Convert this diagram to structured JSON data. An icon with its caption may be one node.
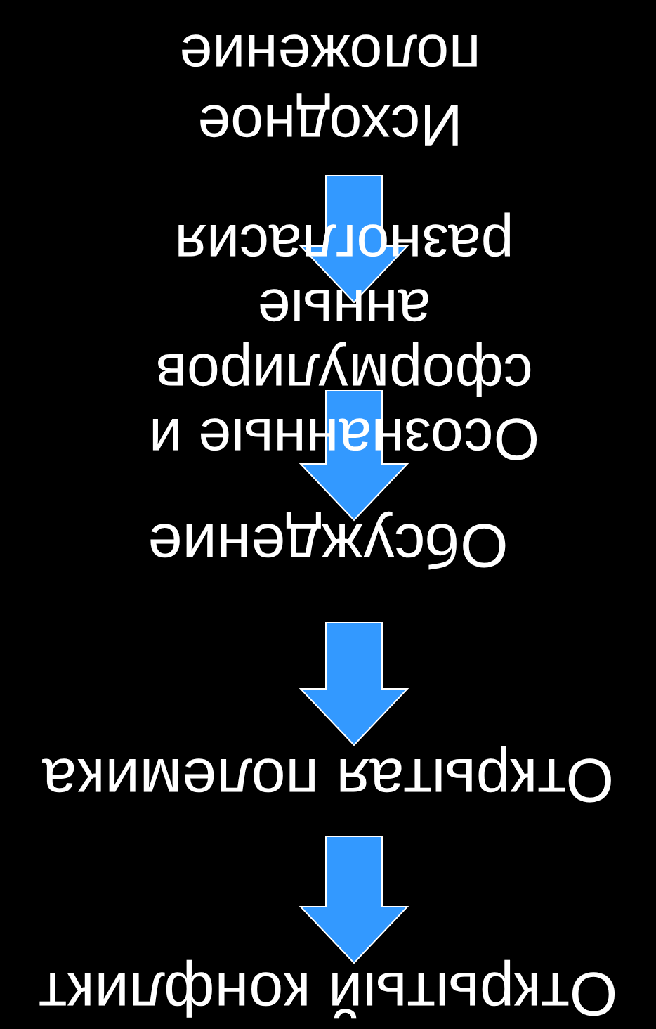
{
  "diagram": {
    "nodes": [
      {
        "text": [
          "Открытый конфликт"
        ]
      },
      {
        "text": [
          "Открытая полемика"
        ]
      },
      {
        "text": [
          "Обсуждение"
        ]
      },
      {
        "text": [
          "Осознанные и сформулированные разногласия"
        ]
      },
      {
        "text": [
          "Исходное положение"
        ]
      }
    ],
    "edges": [
      {
        "from": 4,
        "to": 3,
        "arrow": "to"
      },
      {
        "from": 3,
        "to": 2,
        "arrow": "to"
      },
      {
        "from": 2,
        "to": 1,
        "arrow": "to"
      },
      {
        "from": 1,
        "to": 0,
        "arrow": "to"
      }
    ]
  }
}
